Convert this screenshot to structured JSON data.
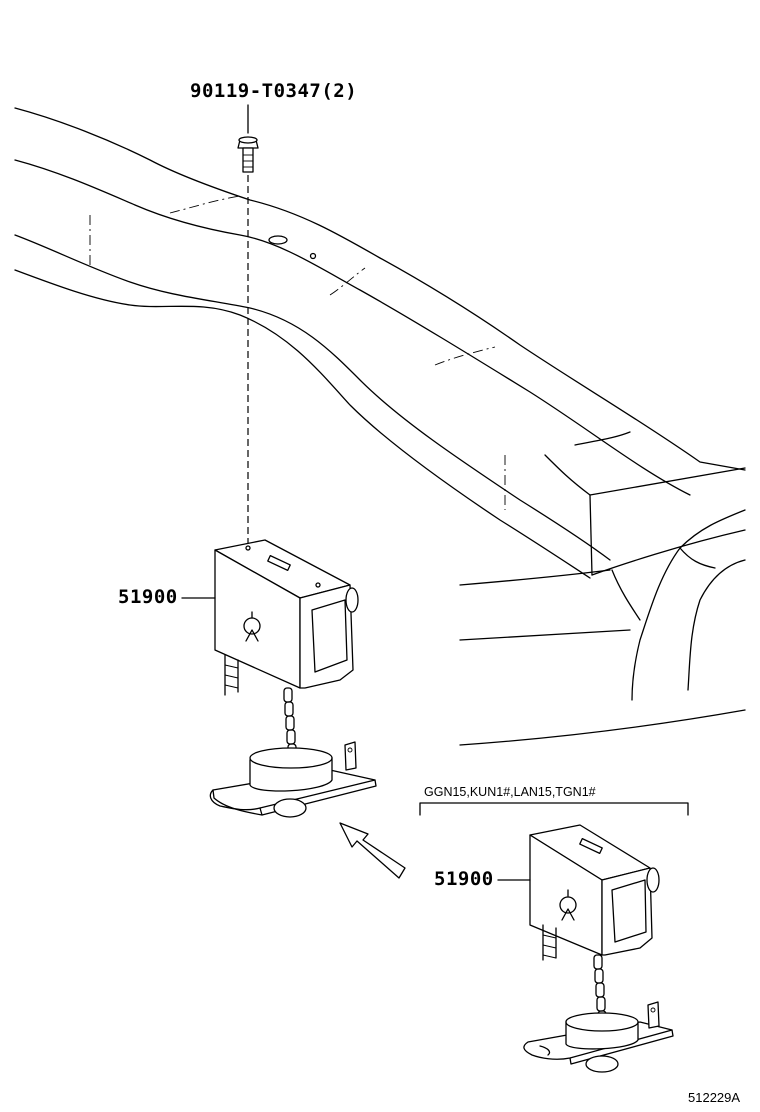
{
  "diagram": {
    "part_bolt": "90119-T0347(2)",
    "part_carrier_main": "51900",
    "part_carrier_variant": "51900",
    "variant_models": "GGN15,KUN1#,LAN15,TGN1#",
    "illustration_ref": "512229A"
  },
  "icons": {
    "bolt": "bolt-icon",
    "spare-tire-carrier": "spare-tire-carrier-icon",
    "frame": "vehicle-frame-icon",
    "arrow": "direction-arrow-icon"
  }
}
